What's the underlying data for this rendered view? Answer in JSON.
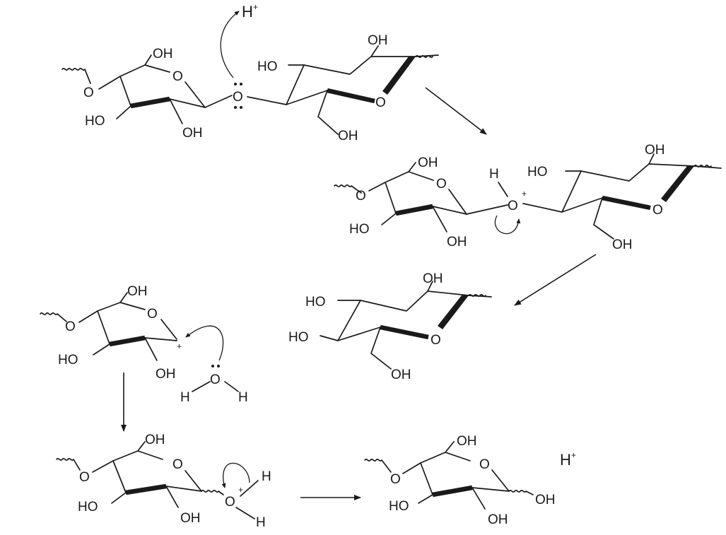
{
  "labels": {
    "oh": "OH",
    "ho": "HO",
    "o": "O",
    "h": "H",
    "plus": "+",
    "proton": "H",
    "proton_charge": "+"
  }
}
